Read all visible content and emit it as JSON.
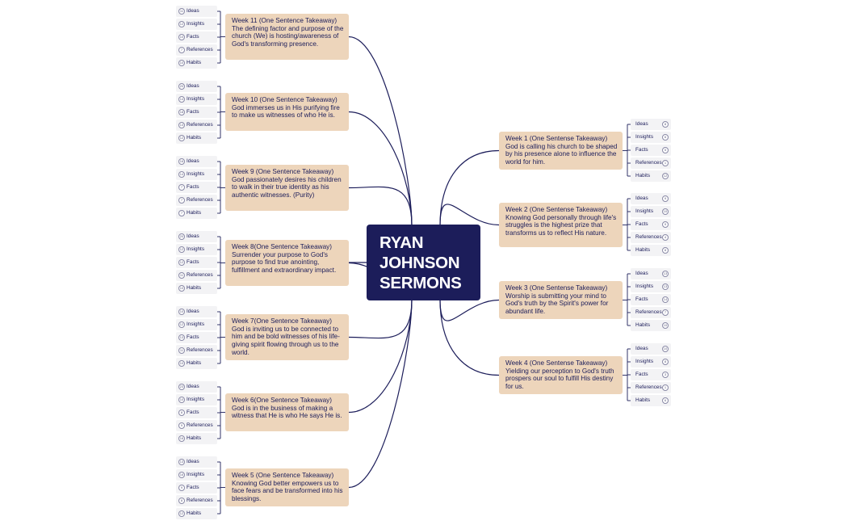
{
  "center": {
    "lines": [
      "RYAN",
      "JOHNSON",
      "SERMONS"
    ]
  },
  "sub_labels": [
    "Ideas",
    "Insights",
    "Facts",
    "References",
    "Habits"
  ],
  "weeks_right": [
    {
      "title": "Week 1 (One Sentense Takeaway)",
      "body": "God is calling his church to be shaped by his presence alone to influence the world for him.",
      "counts": [
        "8",
        "6",
        "5",
        "1",
        "12"
      ]
    },
    {
      "title": "Week 2 (One Sentense Takeaway)",
      "body": "Knowing God personally through life's struggles is the highest prize that transforms us to reflect His nature.",
      "counts": [
        "9",
        "10",
        "9",
        "4",
        "8"
      ]
    },
    {
      "title": "Week 3 (One Sentense Takeaway)",
      "body": "Worship is submitting your mind to God's truth by the Spirit's power for abundant life.",
      "counts": [
        "13",
        "13",
        "14",
        "7",
        "10"
      ]
    },
    {
      "title": "Week 4 (One Sentense Takeaway)",
      "body": "Yielding our perception to God's truth prospers our soul to fulfill His destiny for us.",
      "counts": [
        "10",
        "8",
        "3",
        "1",
        "6"
      ]
    }
  ],
  "weeks_left": [
    {
      "title": "Week 11 (One Sentence Takeaway)",
      "body": "The defining factor and purpose of the church (We) is hosting/awareness of God's transforming presence.",
      "counts": [
        "11",
        "12",
        "10",
        "7",
        "10"
      ]
    },
    {
      "title": "Week 10 (One Sentence Takeaway)",
      "body": "God immerses us in His purifying fire to make us witnesses of who He is.",
      "counts": [
        "20",
        "14",
        "18",
        "13",
        "12"
      ]
    },
    {
      "title": "Week 9 (One Sentence Takeaway)",
      "body": "God passionately desires his children to walk in their true identity as his authentic witnesses. (Purity)",
      "counts": [
        "16",
        "14",
        "7",
        "7",
        "7"
      ]
    },
    {
      "title": "Week 8(One Sentence Takeaway)",
      "body": "Surrender your purpose to God's purpose to find true anointing, fulfillment and extraordinary impact.",
      "counts": [
        "20",
        "12",
        "12",
        "11",
        "10"
      ]
    },
    {
      "title": "Week 7(One Sentence Takeaway)",
      "body": "God is inviting us to be connected to him and be bold witnesses of his life-giving spirit flowing through us to the world.",
      "counts": [
        "10",
        "12",
        "13",
        "11",
        "10"
      ]
    },
    {
      "title": "Week 6(One Sentence Takeaway)",
      "body": "God is in the business of  making a witness that He is who He says He is.",
      "counts": [
        "23",
        "10",
        "8",
        "9",
        "16"
      ]
    },
    {
      "title": "Week 5 (One Sentence Takeaway)",
      "body": "Knowing God better empowers us to face fears and be transformed into his blessings.",
      "counts": [
        "13",
        "16",
        "9",
        "8",
        "12"
      ]
    }
  ],
  "colors": {
    "center": "#1c1d5a",
    "topic": "#edd5bb",
    "line": "#1c1d5a",
    "subtopic": "#f3f3f5"
  }
}
